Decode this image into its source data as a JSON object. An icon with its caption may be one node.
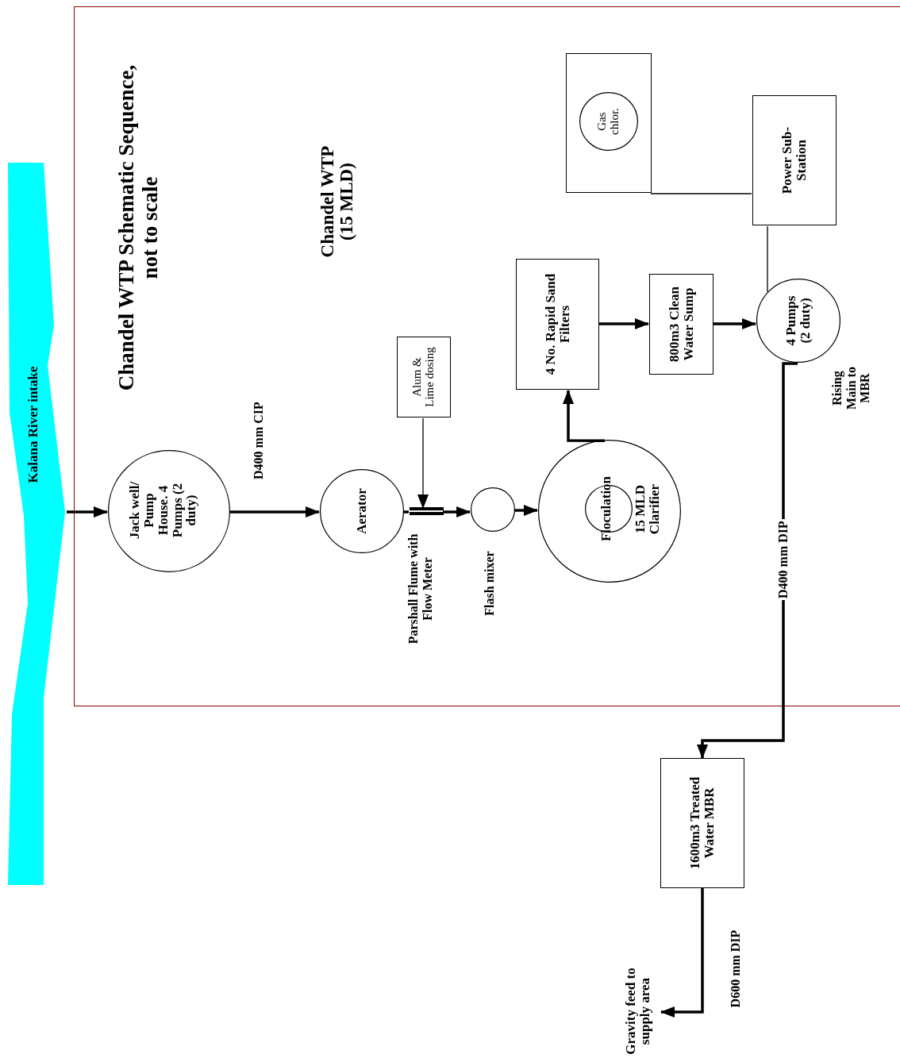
{
  "diagram": {
    "title": "Chandel WTP Schematic Sequence, not to scale",
    "nodes": [
      {
        "text": [
          "Kalana River intake"
        ]
      },
      {
        "text": [
          "Chandel WTP (15 MLD)"
        ]
      },
      {
        "text": [
          "Jack well/ Pump House. 4 Pumps (2 duty)"
        ],
        "in": 1
      },
      {
        "text": [
          "Aerator"
        ],
        "in": 1
      },
      {
        "text": [
          "Alum & Lime dosing"
        ],
        "in": 1
      },
      {
        "text": [],
        "shape": "bar",
        "in": 1
      },
      {
        "text": [],
        "shape": "circle",
        "in": 1
      },
      {
        "text": [
          "15 MLD Clarifier"
        ],
        "in": 1
      },
      {
        "text": [
          "Floculation"
        ],
        "in": 7
      },
      {
        "text": [
          "4 No. Rapid Sand Filters"
        ],
        "in": 1
      },
      {
        "text": [
          "800m3 Clean Water Sump"
        ],
        "in": 1
      },
      {
        "text": [
          "4 Pumps (2 duty)"
        ],
        "in": 1
      },
      {
        "text": [],
        "shape": "box",
        "in": 1
      },
      {
        "text": [
          "Gas chlor."
        ],
        "in": 12
      },
      {
        "text": [
          "Power Sub-Station"
        ],
        "in": 1
      },
      {
        "text": [
          "1600m3 Treated Water MBR"
        ]
      },
      {
        "text": [
          "Gravity feed to supply area"
        ]
      }
    ],
    "edges": [
      {
        "from": 0,
        "to": 2,
        "arrow": "to"
      },
      {
        "from": 2,
        "to": 3,
        "arrow": "to",
        "label": "D400 mm CIP"
      },
      {
        "from": 3,
        "to": 5,
        "arrow": "none"
      },
      {
        "from": 4,
        "to": 5,
        "arrow": "to"
      },
      {
        "from": 5,
        "to": 6,
        "arrow": "to"
      },
      {
        "from": 6,
        "to": 7,
        "arrow": "to"
      },
      {
        "from": 7,
        "to": 9,
        "arrow": "to"
      },
      {
        "from": 9,
        "to": 10,
        "arrow": "to"
      },
      {
        "from": 10,
        "to": 11,
        "arrow": "to"
      },
      {
        "from": 12,
        "to": 14,
        "arrow": "none"
      },
      {
        "from": 14,
        "to": 11,
        "arrow": "none"
      },
      {
        "from": 11,
        "to": 15,
        "arrow": "to",
        "label": "D400 mm DIP"
      },
      {
        "from": 15,
        "to": 16,
        "arrow": "to"
      }
    ],
    "labels": [
      "Parshall Flume with Flow Meter",
      "Flash mixer",
      "Rising Main to MBR",
      "D600 mm DIP"
    ]
  }
}
